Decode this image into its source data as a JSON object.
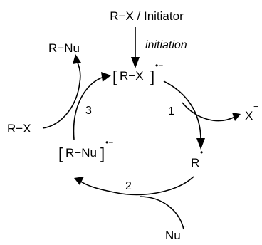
{
  "initiation_source": "R−X / Initiator",
  "initiation_label": "initiation",
  "species": {
    "radical_anion_top": "R−X",
    "radical": "R",
    "radical_anion_left": "R−Nu",
    "product": "R−Nu",
    "substrate": "R−X",
    "leaving_group": "X",
    "nucleophile": "Nu"
  },
  "steps": {
    "step1": "1",
    "step2": "2",
    "step3": "3"
  },
  "charge_symbols": {
    "radical_anion": "•−",
    "radical_dot": "•",
    "anion": "−"
  }
}
